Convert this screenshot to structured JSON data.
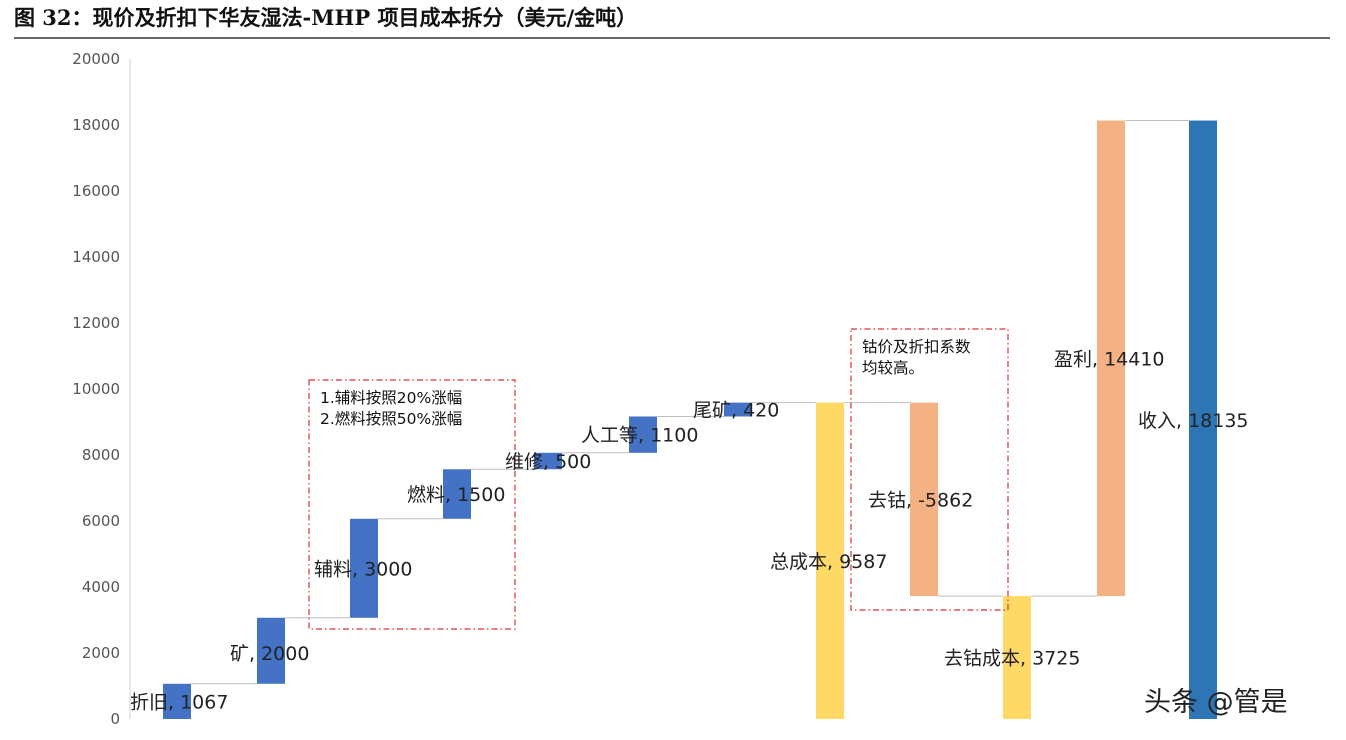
{
  "figure_title": "图 32：现价及折扣下华友湿法-MHP 项目成本拆分（美元/金吨）",
  "chart_data": {
    "type": "bar",
    "subtype": "waterfall",
    "ylim": [
      0,
      20000
    ],
    "yticks": [
      0,
      2000,
      4000,
      6000,
      8000,
      10000,
      12000,
      14000,
      16000,
      18000,
      20000
    ],
    "grid": false,
    "bars": [
      {
        "label": "折旧, 1067",
        "start": 0,
        "end": 1067,
        "color": "#4472C4"
      },
      {
        "label": "矿, 2000",
        "start": 1067,
        "end": 3067,
        "color": "#4472C4"
      },
      {
        "label": "辅料, 3000",
        "start": 3067,
        "end": 6067,
        "color": "#4472C4"
      },
      {
        "label": "燃料, 1500",
        "start": 6067,
        "end": 7567,
        "color": "#4472C4"
      },
      {
        "label": "维修, 500",
        "start": 7567,
        "end": 8067,
        "color": "#4472C4"
      },
      {
        "label": "人工等, 1100",
        "start": 8067,
        "end": 9167,
        "color": "#4472C4"
      },
      {
        "label": "尾矿, 420",
        "start": 9167,
        "end": 9587,
        "color": "#4472C4"
      },
      {
        "label": "总成本, 9587",
        "start": 0,
        "end": 9587,
        "color": "#FFD966"
      },
      {
        "label": "去钴, -5862",
        "start": 9587,
        "end": 3725,
        "color": "#F4B183"
      },
      {
        "label": "去钴成本, 3725",
        "start": 0,
        "end": 3725,
        "color": "#FFD966"
      },
      {
        "label": "盈利, 14410",
        "start": 3725,
        "end": 18135,
        "color": "#F4B183"
      },
      {
        "label": "收入, 18135",
        "start": 0,
        "end": 18135,
        "color": "#2E75B6"
      }
    ],
    "annotations": [
      {
        "lines": [
          "1.辅料按照20%涨幅",
          "2.燃料按照50%涨幅"
        ]
      },
      {
        "lines": [
          "钴价及折扣系数",
          "均较高。"
        ]
      }
    ]
  },
  "watermark": "头条 @管是"
}
